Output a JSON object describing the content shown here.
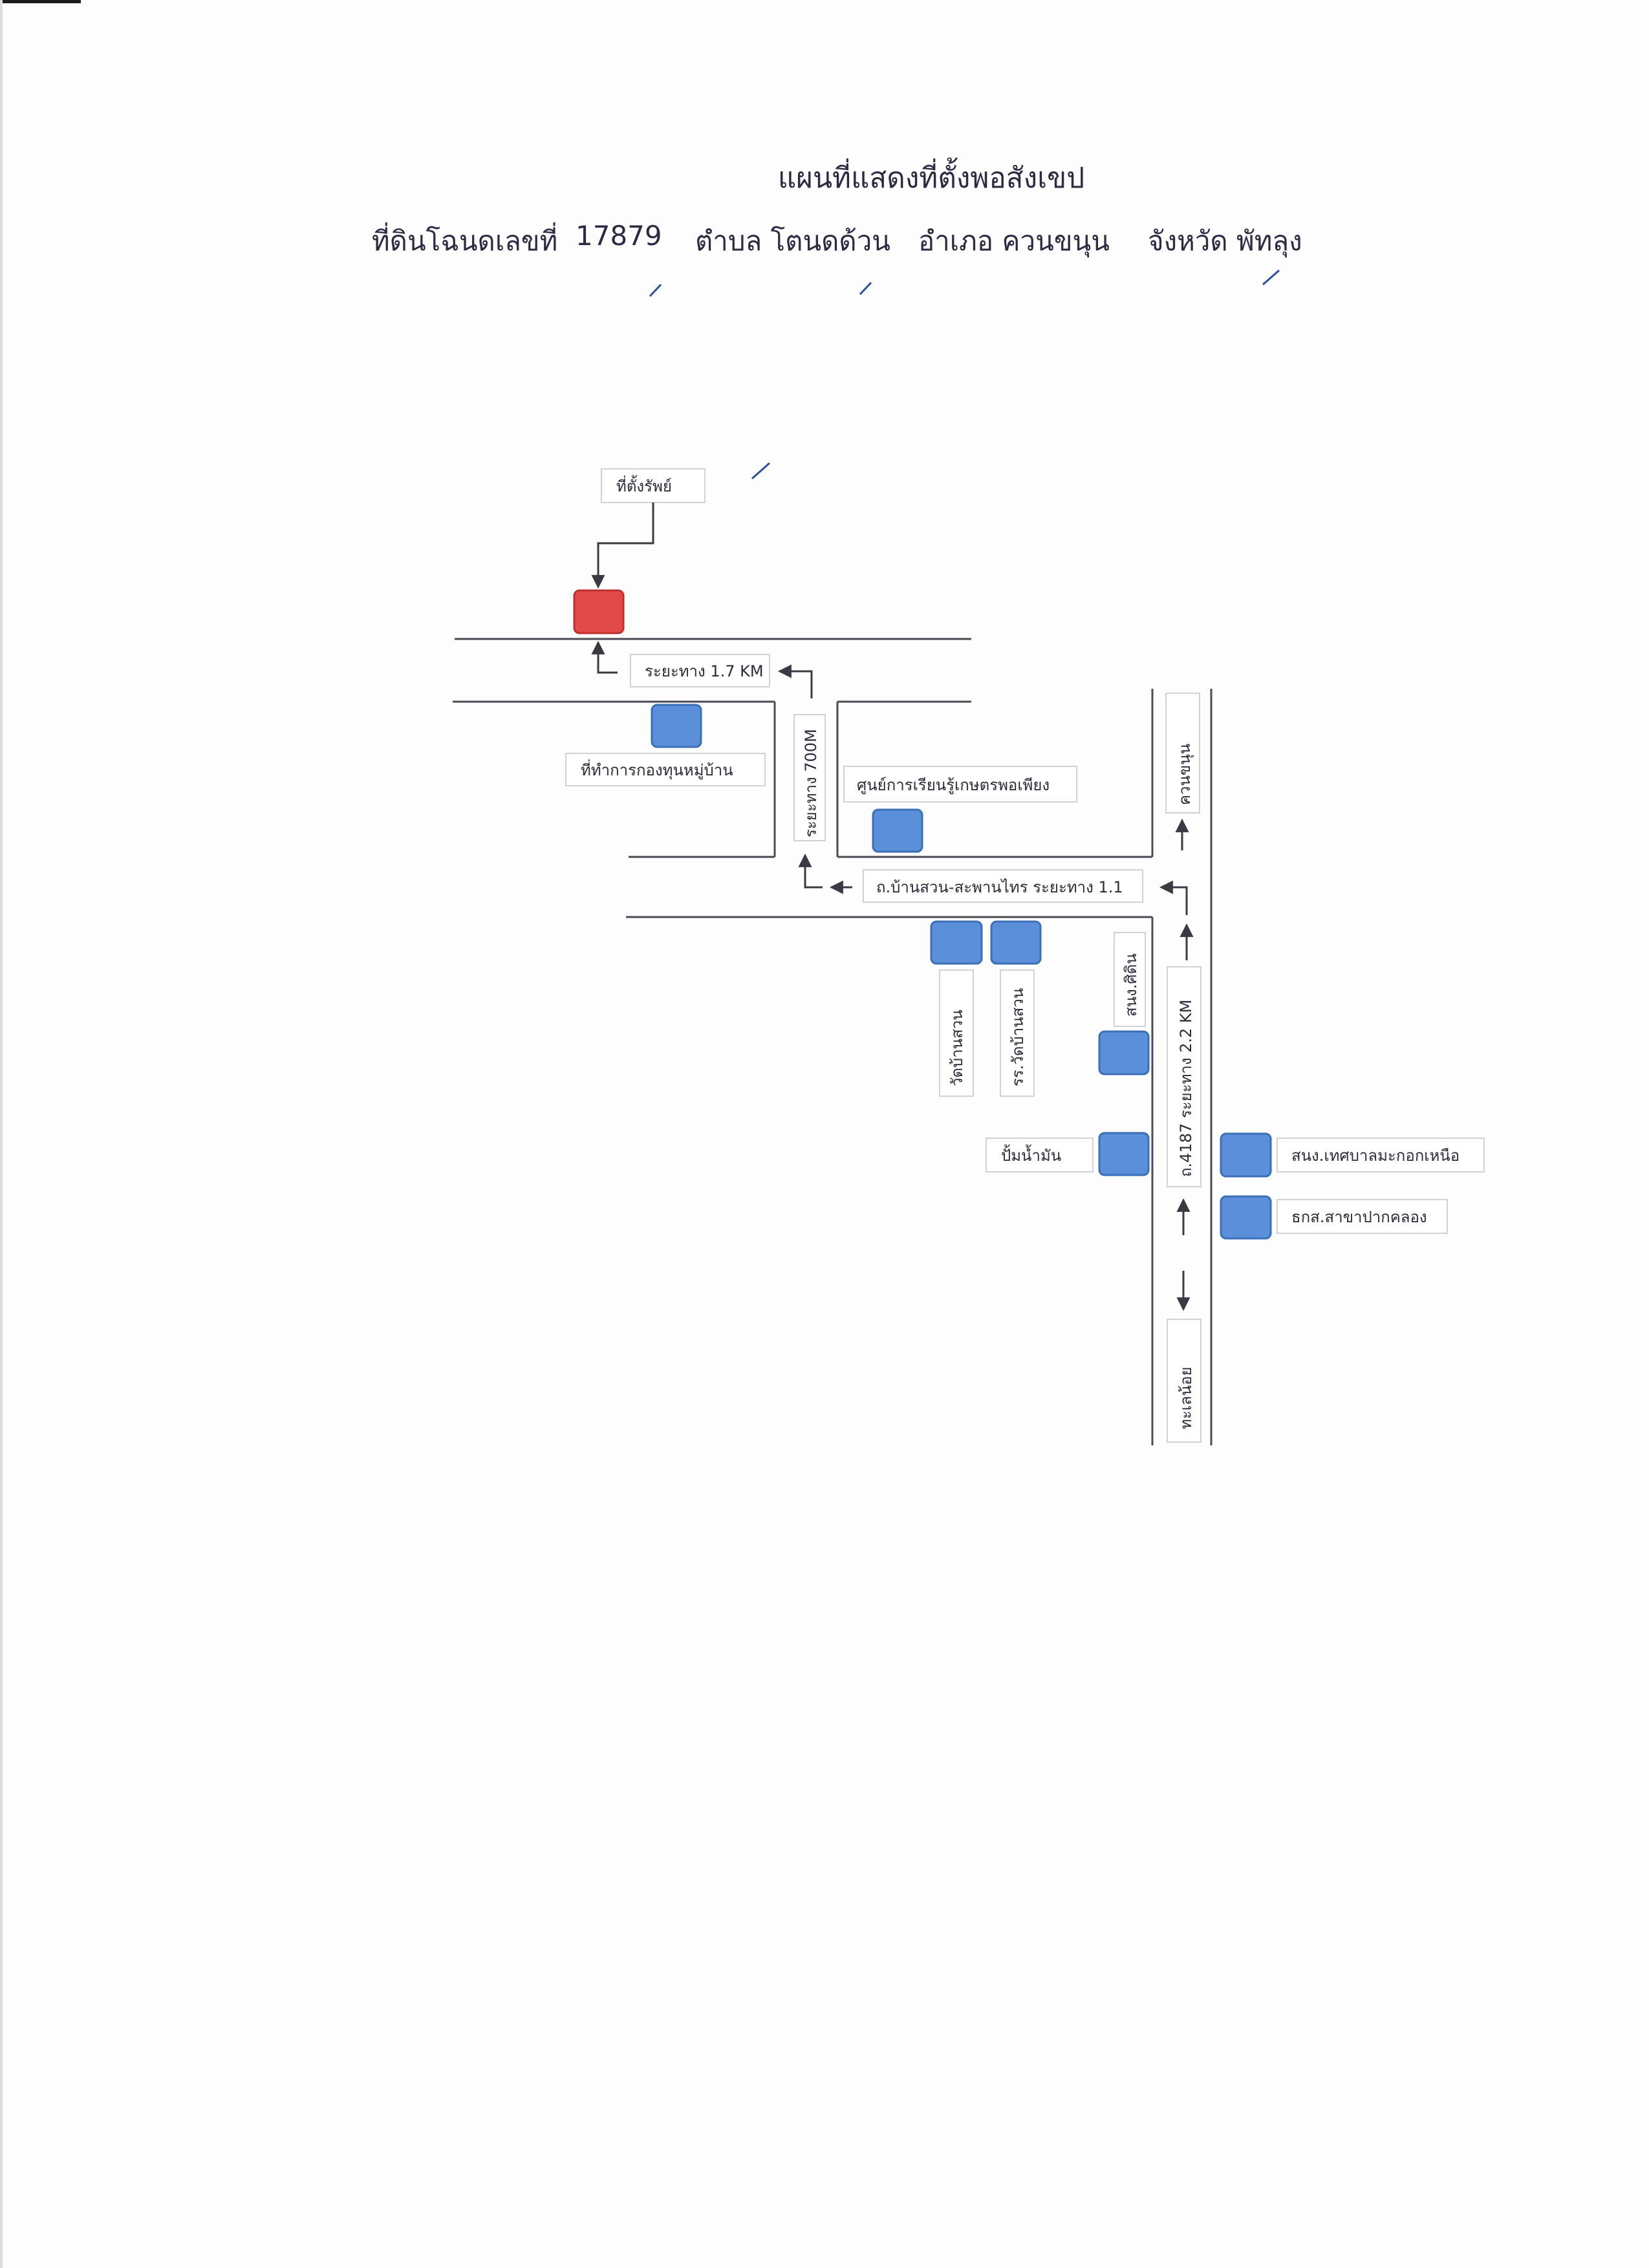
{
  "header": {
    "title": "แผนที่แสดงที่ตั้งพอสังเขป",
    "deed_label": "ที่ดินโฉนดเลขที่",
    "deed_number": "17879",
    "subdistrict": "ตำบล โตนดด้วน",
    "district": "อำเภอ ควนขนุน",
    "province": "จังหวัด พัทลุง"
  },
  "map": {
    "property_label": "ที่ตั้งรัพย์",
    "distance_1_7": "ระยะทาง 1.7 KM",
    "distance_700m": "ระยะทาง 700M",
    "village_fund_office": "ที่ทำการกองทุนหมู่บ้าน",
    "learning_center": "ศูนย์การเรียนรู้เกษตรพอเพียง",
    "road_ban_suan": "ถ.บ้านสวน-สะพานไทร ระยะทาง 1.1",
    "khuan_khanun": "ควนขนุน",
    "wat_ban_suan": "วัดบ้านสวน",
    "school_wat_ban_suan": "รร.วัดบ้านสวน",
    "police_station": "สนง.ศิดิน",
    "road_4187": "ถ.4187 ระยะทาง 2.2 KM",
    "gas_station": "ปั้มน้ำมัน",
    "municipal_office": "สนง.เทศบาลมะกอกเหนือ",
    "baac_branch": "ธกส.สาขาปากคลอง",
    "thale_noi": "ทะเลน้อย"
  },
  "colors": {
    "place_marker": "#5b8fd9",
    "property_marker": "#e24a4a"
  }
}
